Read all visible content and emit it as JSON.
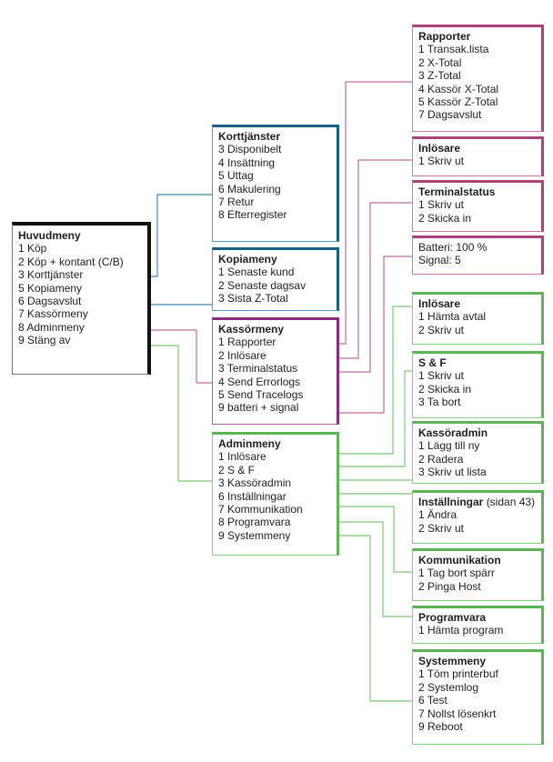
{
  "colors": {
    "main": "#111111",
    "blue": "#3f88ad",
    "purple": "#8a2c7c",
    "pink": "#c46aa0",
    "green": "#7cc878"
  },
  "huvudmeny": {
    "title": "Huvudmeny",
    "items": [
      "1 Köp",
      "2 Köp + kontant (C/B)",
      "3 Korttjänster",
      "5 Kopiameny",
      "6 Dagsavslut",
      "7 Kassörmeny",
      "8 Adminmeny",
      "9 Stäng av"
    ]
  },
  "korttjanster": {
    "title": "Korttjänster",
    "items": [
      "3 Disponibelt",
      "4 Insättning",
      "5 Uttag",
      "6 Makulering",
      "7 Retur",
      "8 Efterregister"
    ]
  },
  "kopiameny": {
    "title": "Kopiameny",
    "items": [
      "1 Senaste kund",
      "2 Senaste dagsav",
      "3 Sista Z-Total"
    ]
  },
  "kassormeny": {
    "title": "Kassörmeny",
    "items": [
      "1 Rapporter",
      "2 Inlösare",
      "3 Terminalstatus",
      "4 Send Errorlogs",
      "5 Send Tracelogs",
      "9 batteri + signal"
    ]
  },
  "adminmeny": {
    "title": "Adminmeny",
    "items": [
      "1 Inlösare",
      "2 S & F",
      "3 Kassöradmin",
      "6 Inställningar",
      "7 Kommunikation",
      "8 Programvara",
      "9 Systemmeny"
    ]
  },
  "rapporter": {
    "title": "Rapporter",
    "items": [
      "1 Transak.lista",
      "2 X-Total",
      "3 Z-Total",
      "4 Kassör X-Total",
      "5 Kassör Z-Total",
      "7 Dagsavslut"
    ]
  },
  "inlosare_kassor": {
    "title": "Inlösare",
    "items": [
      "1 Skriv ut"
    ]
  },
  "terminalstatus": {
    "title": "Terminalstatus",
    "items": [
      "1 Skriv ut",
      "2 Skicka in"
    ]
  },
  "batteri_signal": {
    "items": [
      "Batteri: 100 %",
      "Signal: 5"
    ]
  },
  "inlosare_admin": {
    "title": "Inlösare",
    "items": [
      "1 Hämta avtal",
      "2 Skriv ut"
    ]
  },
  "s_och_f": {
    "title": "S & F",
    "items": [
      "1 Skriv ut",
      "2 Skicka in",
      "3 Ta bort"
    ]
  },
  "kassoradmin": {
    "title": "Kassöradmin",
    "items": [
      "1 Lägg till ny",
      "2 Radera",
      "3 Skriv ut lista"
    ]
  },
  "installningar": {
    "title": "Inställningar",
    "title_note": "(sidan 43)",
    "items": [
      "1 Ändra",
      "2 Skriv ut"
    ]
  },
  "kommunikation": {
    "title": "Kommunikation",
    "items": [
      "1 Tag bort spärr",
      "2 Pinga Host"
    ]
  },
  "programvara": {
    "title": "Programvara",
    "items": [
      "1 Hämta program"
    ]
  },
  "systemmeny": {
    "title": "Systemmeny",
    "items": [
      "1 Töm printerbuf",
      "2 Systemlog",
      "6 Test",
      "7 Nollst lösenkrt",
      "9 Reboot"
    ]
  }
}
